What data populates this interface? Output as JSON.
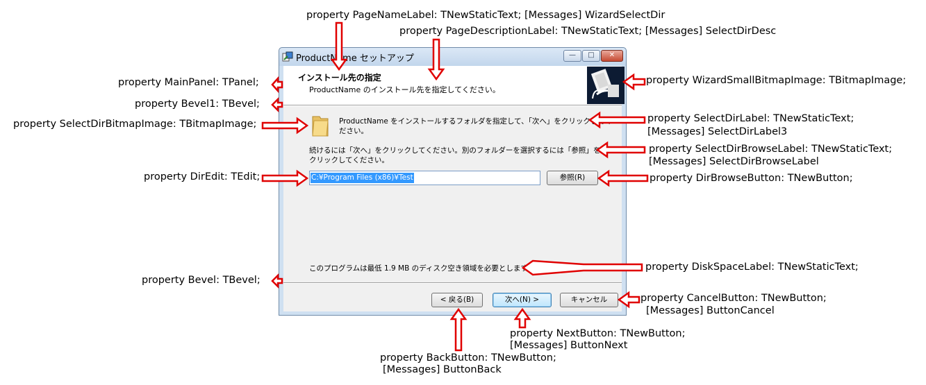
{
  "window": {
    "title": "ProductName セットアップ",
    "minimize_glyph": "—",
    "maximize_glyph": "□",
    "close_glyph": "✕"
  },
  "main_panel": {
    "page_name": "インストール先の指定",
    "page_description": "ProductName のインストール先を指定してください。"
  },
  "content": {
    "select_dir_label": "ProductName をインストールするフォルダを指定して、「次へ」をクリックしてください。",
    "select_dir_browse_label": "続けるには「次へ」をクリックしてください。別のフォルダーを選択するには「参照」をクリックしてください。",
    "dir_edit_value": "C:¥Program Files (x86)¥Test",
    "browse_button": "参照(R)",
    "disk_space_label": "このプログラムは最低 1.9 MB のディスク空き領域を必要とします。"
  },
  "buttons": {
    "back": "< 戻る(B)",
    "next": "次へ(N) >",
    "cancel": "キャンセル"
  },
  "annotations": {
    "page_name_label": "property PageNameLabel: TNewStaticText; [Messages] WizardSelectDir",
    "page_description_label": "property PageDescriptionLabel: TNewStaticText;  [Messages] SelectDirDesc",
    "main_panel": "property MainPanel: TPanel;",
    "bevel1": "property Bevel1: TBevel;",
    "select_dir_bitmap": "property SelectDirBitmapImage: TBitmapImage;",
    "dir_edit": "property DirEdit: TEdit;",
    "bevel": "property Bevel: TBevel;",
    "wizard_small_bitmap": "property WizardSmallBitmapImage: TBitmapImage;",
    "select_dir_label_1": "property SelectDirLabel: TNewStaticText;",
    "select_dir_label_2": "[Messages] SelectDirLabel3",
    "select_dir_browse_label_1": "property SelectDirBrowseLabel: TNewStaticText;",
    "select_dir_browse_label_2": "[Messages] SelectDirBrowseLabel",
    "dir_browse_button": "property DirBrowseButton: TNewButton;",
    "disk_space_label": "property DiskSpaceLabel: TNewStaticText;",
    "cancel_button_1": "property CancelButton: TNewButton;",
    "cancel_button_2": "[Messages] ButtonCancel",
    "next_button_1": "property NextButton: TNewButton;",
    "next_button_2": "[Messages] ButtonNext",
    "back_button_1": "property BackButton: TNewButton;",
    "back_button_2": "[Messages] ButtonBack"
  },
  "colors": {
    "annotation_arrow": "#e00000",
    "selection": "#3399ff",
    "window_frame": "#cfe0f1"
  }
}
